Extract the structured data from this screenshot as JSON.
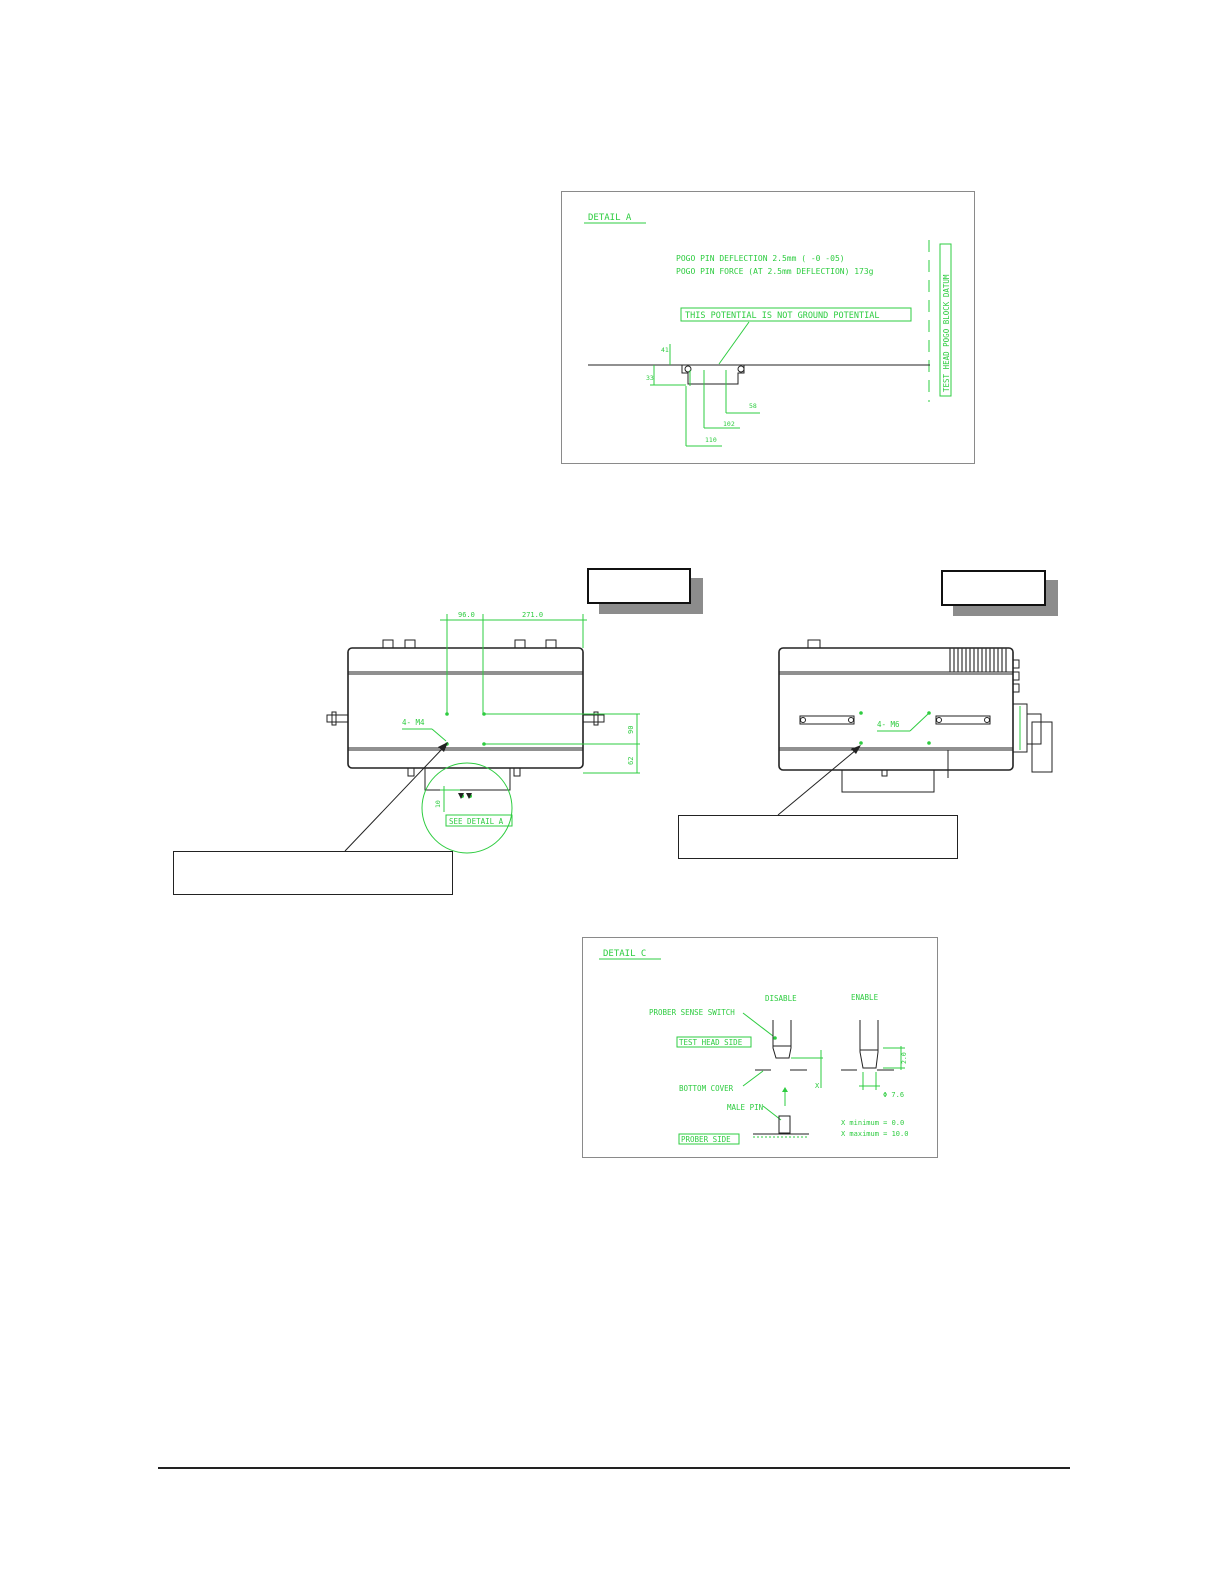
{
  "detail_a": {
    "title": "DETAIL  A",
    "deflection": "POGO PIN DEFLECTION   2.5mm  ( -0 -05)",
    "force": "POGO PIN FORCE (AT 2.5mm DEFLECTION)   173g",
    "potential_note": "THIS POTENTIAL IS NOT GROUND POTENTIAL",
    "vertical_label": "TEST HEAD POGO BLOCK DATUM",
    "dim_41": "41",
    "dim_33": "33",
    "dim_58": "58",
    "dim_102": "102",
    "dim_110": "110"
  },
  "left_view": {
    "dim_96": "96.0",
    "dim_271": "271.0",
    "screw_label": "4- M4",
    "dim_right_top": "90",
    "dim_right_bottom": "62",
    "dim_small": "10",
    "see_detail": "SEE DETAIL A"
  },
  "right_view": {
    "screw_label": "4- M6"
  },
  "detail_c": {
    "title": "DETAIL  C",
    "disable": "DISABLE",
    "enable": "ENABLE",
    "sense_switch": "PROBER SENSE SWITCH",
    "test_head_side": "TEST HEAD SIDE",
    "bottom_cover": "BOTTOM COVER",
    "x_label": "X",
    "male_pin": "MALE PIN",
    "prober_side": "PROBER SIDE",
    "dim_vertical": "2.0",
    "dia": "Φ 7.6",
    "x_min": "X minimum = 0.0",
    "x_max": "X maximum = 10.0"
  }
}
